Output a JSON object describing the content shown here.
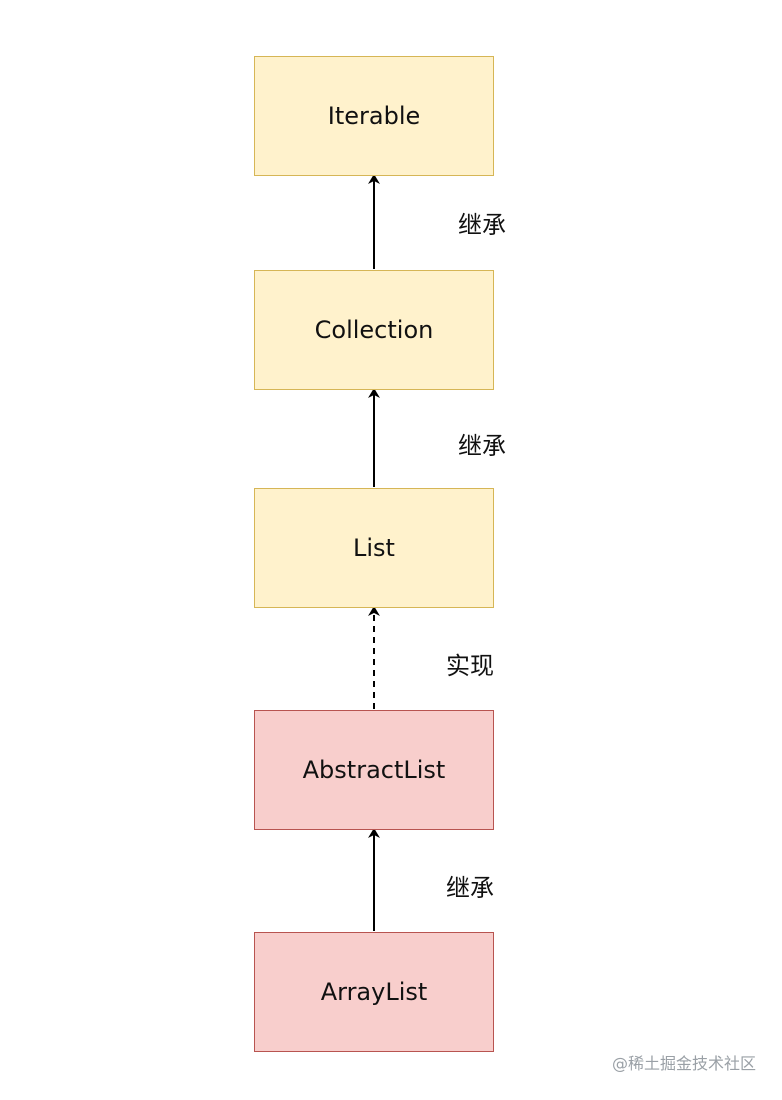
{
  "nodes": [
    {
      "id": "iterable",
      "label": "Iterable",
      "kind": "interface"
    },
    {
      "id": "collection",
      "label": "Collection",
      "kind": "interface"
    },
    {
      "id": "list",
      "label": "List",
      "kind": "interface"
    },
    {
      "id": "abstractlist",
      "label": "AbstractList",
      "kind": "abstract-class"
    },
    {
      "id": "arraylist",
      "label": "ArrayList",
      "kind": "class"
    }
  ],
  "edges": [
    {
      "from": "collection",
      "to": "iterable",
      "label": "继承",
      "style": "solid"
    },
    {
      "from": "list",
      "to": "collection",
      "label": "继承",
      "style": "solid"
    },
    {
      "from": "abstractlist",
      "to": "list",
      "label": "实现",
      "style": "dashed"
    },
    {
      "from": "arraylist",
      "to": "abstractlist",
      "label": "继承",
      "style": "solid"
    }
  ],
  "colors": {
    "interface_fill": "#fff2cc",
    "interface_stroke": "#d6b656",
    "class_fill": "#f8cecc",
    "class_stroke": "#b85450",
    "edge": "#000000"
  },
  "watermark": "@稀土掘金技术社区"
}
